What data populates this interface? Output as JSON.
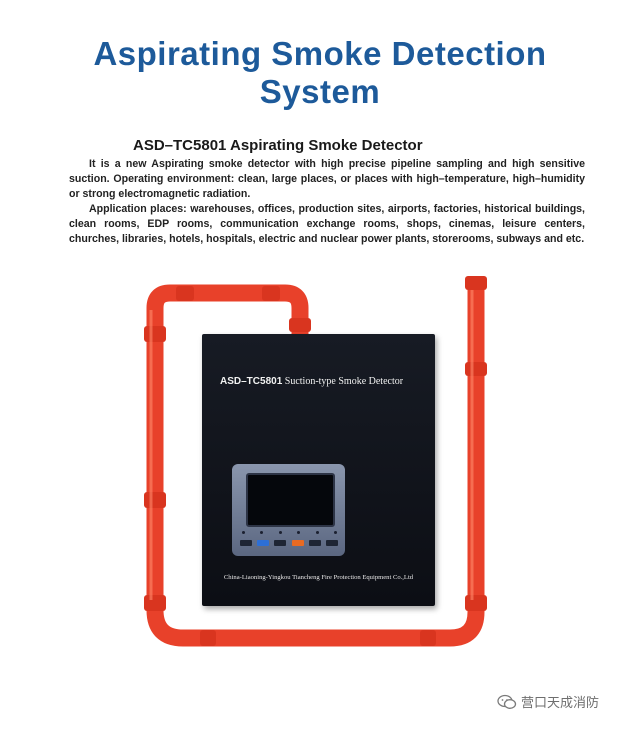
{
  "title_line1": "Aspirating Smoke Detection",
  "title_line2": "System",
  "subtitle": "ASD–TC5801 Aspirating Smoke Detector",
  "paragraph1": "It is a new Aspirating smoke detector with high precise pipeline sampling and high sensitive suction. Operating environment: clean, large places, or places with high–temperature, high–humidity or strong electromagnetic radiation.",
  "paragraph2": "Application places: warehouses, offices, production sites, airports, factories, historical buildings, clean rooms, EDP rooms, communication exchange rooms, shops, cinemas, leisure centers, churches, libraries, hotels, hospitals, electric and nuclear power plants, storerooms, subways and etc.",
  "device": {
    "model": "ASD–TC5801",
    "name": "Suction-type Smoke Detector",
    "manufacturer": "China-Liaoning-Yingkou Tiancheng Fire Protection Equipment Co.,Ltd"
  },
  "watermark": "营口天成消防",
  "colors": {
    "title": "#1d5a9a",
    "pipe": "#e8412a",
    "device": "#12151d"
  }
}
